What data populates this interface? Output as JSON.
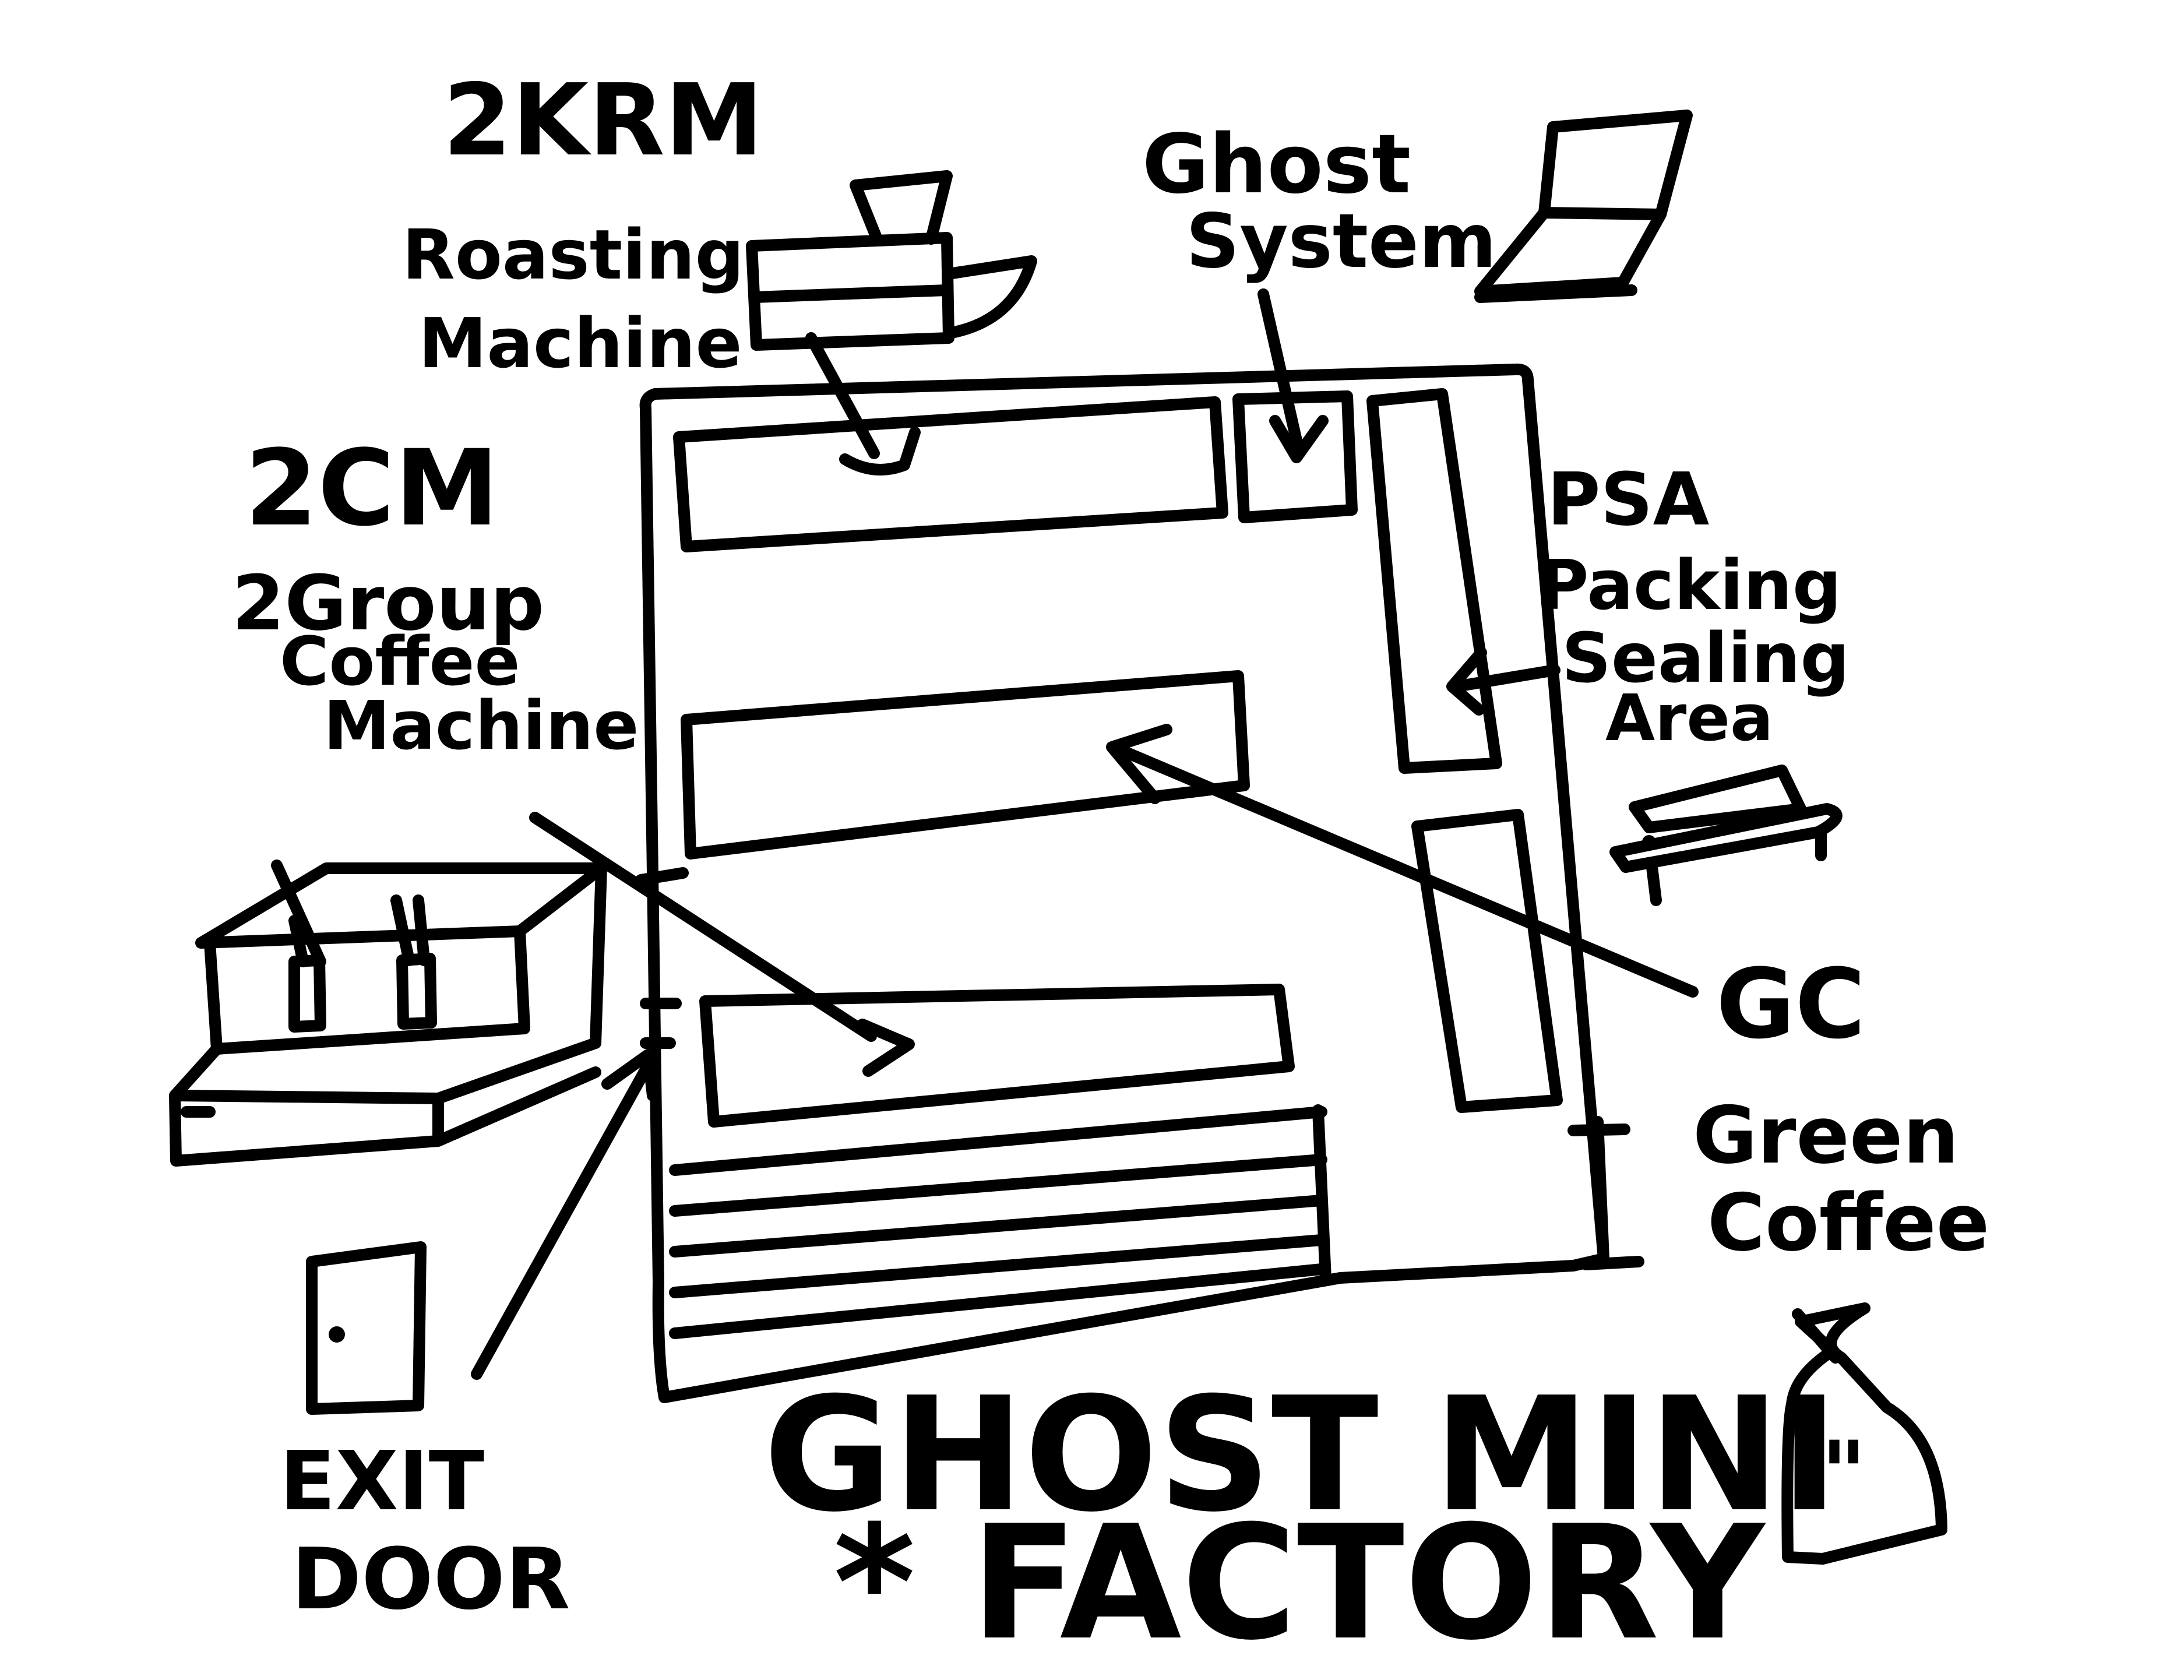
{
  "title": {
    "line1": "GHOST MINI",
    "line2": "* FACTORY"
  },
  "labels": {
    "roaster_code": "2KRM",
    "roaster_line1": "Roasting",
    "roaster_line2": "Machine",
    "ghost_line1": "Ghost",
    "ghost_line2": "System",
    "coffee_machine_code": "2CM",
    "coffee_machine_line1": "2Group",
    "coffee_machine_line2": "Coffee",
    "coffee_machine_line3": "Machine",
    "psa_code": "PSA",
    "psa_line1": "Packing",
    "psa_line2": "Sealing",
    "psa_line3": "Area",
    "gc_code": "GC",
    "gc_line1": "Green",
    "gc_line2": "Coffee",
    "exit_line1": "EXIT",
    "exit_line2": "DOOR",
    "bag_mark": "\""
  },
  "icons": [
    "roasting-machine-icon",
    "laptop-icon",
    "espresso-machine-icon",
    "sealer-icon",
    "door-icon",
    "coffee-bag-icon"
  ],
  "colors": {
    "ink": "#000000",
    "paper": "#ffffff"
  }
}
